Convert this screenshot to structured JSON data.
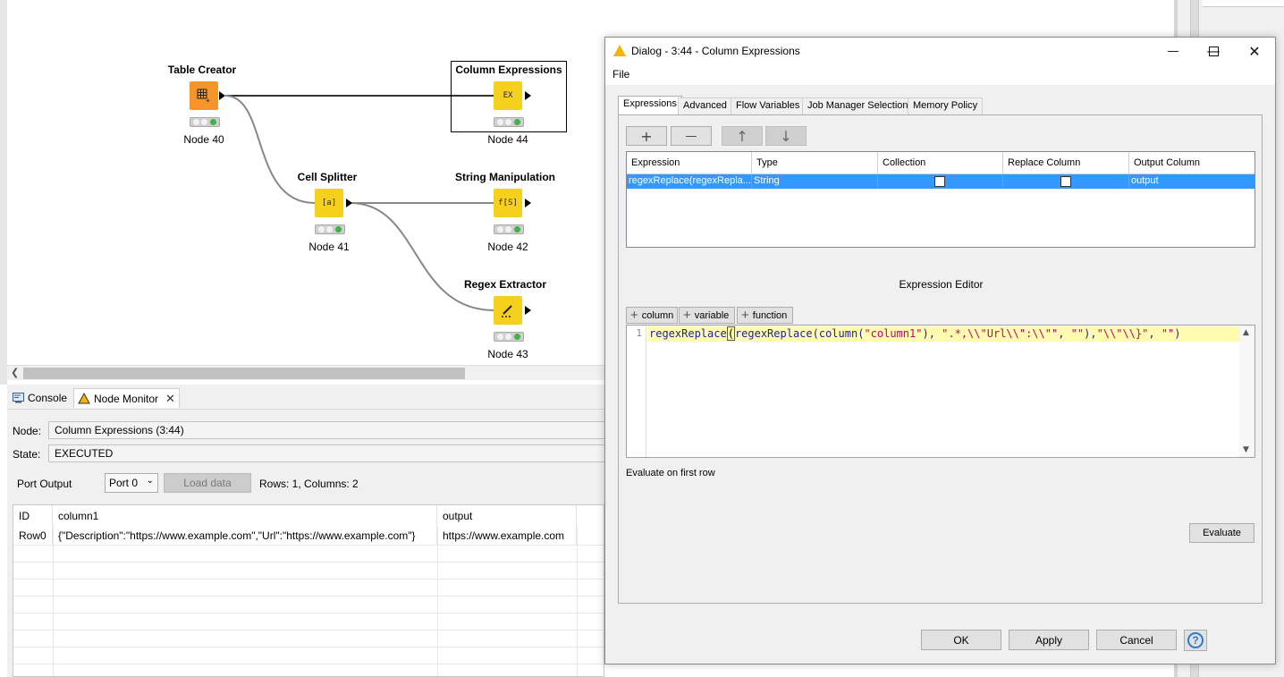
{
  "workflow": {
    "nodes": [
      {
        "title": "Table Creator",
        "label": "Node 40",
        "icon": "table-grid-icon"
      },
      {
        "title": "Column Expressions",
        "label": "Node 44",
        "icon": "expression-icon"
      },
      {
        "title": "Cell Splitter",
        "label": "Node 41",
        "icon": "cell-splitter-icon"
      },
      {
        "title": "String Manipulation",
        "label": "Node 42",
        "icon": "string-fn-icon"
      },
      {
        "title": "Regex Extractor",
        "label": "Node 43",
        "icon": "regex-icon"
      }
    ],
    "icon_text": {
      "expr": "EX",
      "split": "[a]",
      "string": "f[S]"
    }
  },
  "panel": {
    "tabs": [
      {
        "label": "Console"
      },
      {
        "label": "Node Monitor"
      }
    ],
    "node_label": "Node:",
    "node_value": "Column Expressions  (3:44)",
    "state_label": "State:",
    "state_value": "EXECUTED",
    "port_output_label": "Port Output",
    "port_select": "Port 0",
    "load_data": "Load data",
    "rows_info": "Rows: 1, Columns: 2",
    "table": {
      "headers": [
        "ID",
        "column1",
        "output"
      ],
      "rows": [
        [
          "Row0",
          "{\"Description\":\"https://www.example.com\",\"Url\":\"https://www.example.com\"}",
          "https://www.example.com"
        ]
      ]
    }
  },
  "dialog": {
    "title": "Dialog - 3:44 - Column Expressions",
    "menu": "File",
    "tabs": [
      "Expressions",
      "Advanced",
      "Flow Variables",
      "Job Manager Selection",
      "Memory Policy"
    ],
    "toolbar": {
      "add": "+",
      "remove": "—",
      "up": "↑",
      "down": "↓"
    },
    "table_headers": [
      "Expression",
      "Type",
      "Collection",
      "Replace Column",
      "Output Column"
    ],
    "table_row": {
      "expression": "regexReplace(regexRepla...",
      "type": "String",
      "collection": false,
      "replace_column": false,
      "output_column": "output"
    },
    "editor_title": "Expression Editor",
    "insert_buttons": [
      "column",
      "variable",
      "function"
    ],
    "code_line_no": "1",
    "code": {
      "p1": "regexReplace",
      "p2": "(",
      "p3": "regexReplace(column(",
      "p4": "\"column1\"",
      "p5": "), ",
      "p6": "\".*,\\\\\"Url\\\\\":\\\\\"\"",
      "p7": ", ",
      "p8": "\"\"",
      "p9": "),",
      "p10": "\"\\\\\"\\\\}\"",
      "p11": ", ",
      "p12": "\"\"",
      "p13": ")"
    },
    "evaluate_label": "Evaluate on first row",
    "evaluate_button": "Evaluate",
    "ok": "OK",
    "apply": "Apply",
    "cancel": "Cancel",
    "help": "?"
  },
  "colors": {
    "accent_selection": "#3399ff",
    "node_orange": "#f7952b",
    "node_yellow": "#f5d11e",
    "status_green": "#3bb545",
    "editor_highlight": "#fffcb0"
  }
}
